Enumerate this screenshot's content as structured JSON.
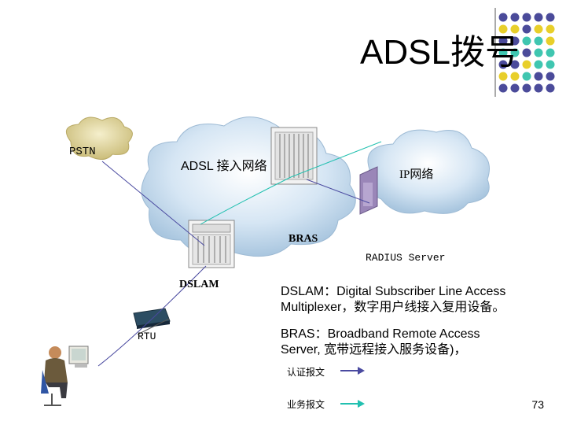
{
  "title": "ADSL拨号",
  "labels": {
    "pstn": "PSTN",
    "adsl_network": "ADSL 接入网络",
    "ip_network": "IP网络",
    "bras": "BRAS",
    "radius": "RADIUS Server",
    "dslam": "DSLAM",
    "rtu": "RTU"
  },
  "descriptions": {
    "dslam_line1": "DSLAM：Digital Subscriber Line Access",
    "dslam_line2": "Multiplexer，数字用户线接入复用设备。",
    "bras_line1": "BRAS：Broadband Remote Access",
    "bras_line2": "Server, 宽带远程接入服务设备)，"
  },
  "legend": {
    "auth_label": "认证报文",
    "auth_color": "#4a4aa0",
    "service_label": "业务报文",
    "service_color": "#22c0b0"
  },
  "page_number": "73",
  "colors": {
    "dot_purple": "#4b4b9a",
    "dot_yellow": "#e8cf2a",
    "dot_teal": "#3fc6b0",
    "cloud": "#cfe3f3",
    "pstn_cloud": "#e6dda8"
  }
}
